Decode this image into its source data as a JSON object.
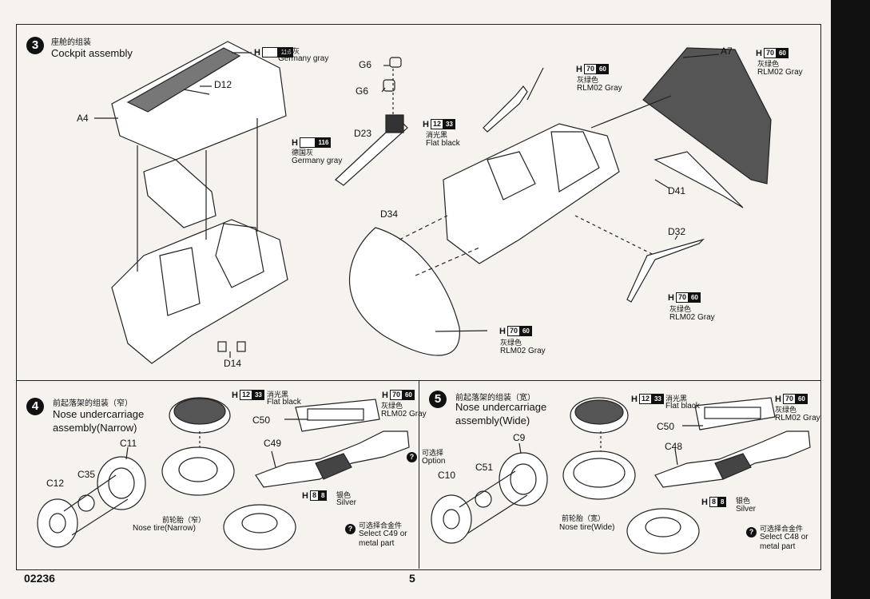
{
  "footer": {
    "catalog_number": "02236",
    "page_number": "5"
  },
  "steps": [
    {
      "number": "3",
      "title_cn": "座舱的组装",
      "title_en": "Cockpit assembly"
    },
    {
      "number": "4",
      "title_cn": "前起落架的组装（窄）",
      "title_en_1": "Nose undercarriage",
      "title_en_2": "assembly(Narrow)"
    },
    {
      "number": "5",
      "title_cn": "前起落架的组装（宽）",
      "title_en_1": "Nose undercarriage",
      "title_en_2": "assembly(Wide)"
    }
  ],
  "part_labels": {
    "A4": "A4",
    "D12": "D12",
    "G6a": "G6",
    "G6b": "G6",
    "D23": "D23",
    "D14": "D14",
    "D34": "D34",
    "A7": "A7",
    "D41": "D41",
    "D32": "D32",
    "C50a": "C50",
    "C11": "C11",
    "C49": "C49",
    "C35": "C35",
    "C12": "C12",
    "C50b": "C50",
    "C9": "C9",
    "C48": "C48",
    "C51": "C51",
    "C10": "C10"
  },
  "paint": {
    "h": "H",
    "code_116": "116",
    "code_12": "12",
    "code_70": "70",
    "code_8": "8",
    "sw_116": "116",
    "sw_33": "33",
    "sw_60": "60",
    "sw_8": "8",
    "germany_gray_cn": "德国灰",
    "germany_gray_en": "Germany gray",
    "flat_black_cn": "消光黑",
    "flat_black_en": "Flat black",
    "rlm02_cn": "灰绿色",
    "rlm02_en": "RLM02 Gray",
    "silver_cn": "银色",
    "silver_en": "Silver"
  },
  "notes": {
    "icon": "?",
    "option_cn": "可选择",
    "option_en": "Option",
    "select_cn": "可选择合金件",
    "select_c49_1": "Select C49 or",
    "select_c49_2": "metal part",
    "select_c48_1": "Select C48 or",
    "select_c48_2": "metal part",
    "tire_narrow_cn": "前轮胎（窄）",
    "tire_narrow_en": "Nose tire(Narrow)",
    "tire_wide_cn": "前轮胎（宽）",
    "tire_wide_en": "Nose tire(Wide)"
  }
}
